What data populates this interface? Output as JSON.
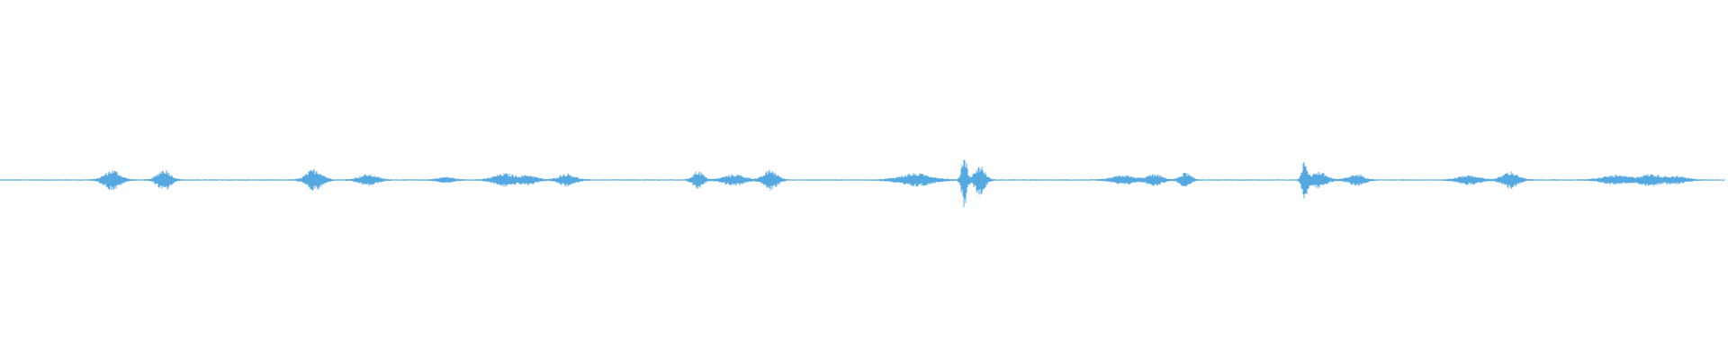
{
  "chart_data": {
    "type": "line",
    "title": "",
    "xlabel": "",
    "ylabel": "",
    "xlim": [
      0,
      1
    ],
    "ylim": [
      -1,
      1
    ],
    "grid": false,
    "legend": "none",
    "axes_visible": false,
    "baseline_amplitude": 0.004,
    "bursts": [
      {
        "center": 0.065,
        "width": 0.006,
        "amplitude": 0.055
      },
      {
        "center": 0.095,
        "width": 0.005,
        "amplitude": 0.06
      },
      {
        "center": 0.182,
        "width": 0.006,
        "amplitude": 0.06
      },
      {
        "center": 0.213,
        "width": 0.007,
        "amplitude": 0.03
      },
      {
        "center": 0.258,
        "width": 0.006,
        "amplitude": 0.015
      },
      {
        "center": 0.292,
        "width": 0.008,
        "amplitude": 0.035
      },
      {
        "center": 0.306,
        "width": 0.006,
        "amplitude": 0.025
      },
      {
        "center": 0.328,
        "width": 0.006,
        "amplitude": 0.035
      },
      {
        "center": 0.404,
        "width": 0.004,
        "amplitude": 0.05
      },
      {
        "center": 0.425,
        "width": 0.008,
        "amplitude": 0.03
      },
      {
        "center": 0.446,
        "width": 0.005,
        "amplitude": 0.055
      },
      {
        "center": 0.53,
        "width": 0.012,
        "amplitude": 0.035
      },
      {
        "center": 0.558,
        "width": 0.002,
        "amplitude": 0.15
      },
      {
        "center": 0.567,
        "width": 0.004,
        "amplitude": 0.08
      },
      {
        "center": 0.65,
        "width": 0.008,
        "amplitude": 0.025
      },
      {
        "center": 0.668,
        "width": 0.006,
        "amplitude": 0.03
      },
      {
        "center": 0.686,
        "width": 0.004,
        "amplitude": 0.04
      },
      {
        "center": 0.755,
        "width": 0.002,
        "amplitude": 0.1
      },
      {
        "center": 0.763,
        "width": 0.006,
        "amplitude": 0.045
      },
      {
        "center": 0.785,
        "width": 0.006,
        "amplitude": 0.03
      },
      {
        "center": 0.85,
        "width": 0.008,
        "amplitude": 0.025
      },
      {
        "center": 0.874,
        "width": 0.006,
        "amplitude": 0.045
      },
      {
        "center": 0.935,
        "width": 0.01,
        "amplitude": 0.025
      },
      {
        "center": 0.955,
        "width": 0.008,
        "amplitude": 0.03
      },
      {
        "center": 0.97,
        "width": 0.008,
        "amplitude": 0.02
      }
    ],
    "signal_end": 0.998
  },
  "colors": {
    "waveform": "#56a9e0",
    "background": "#ffffff"
  }
}
